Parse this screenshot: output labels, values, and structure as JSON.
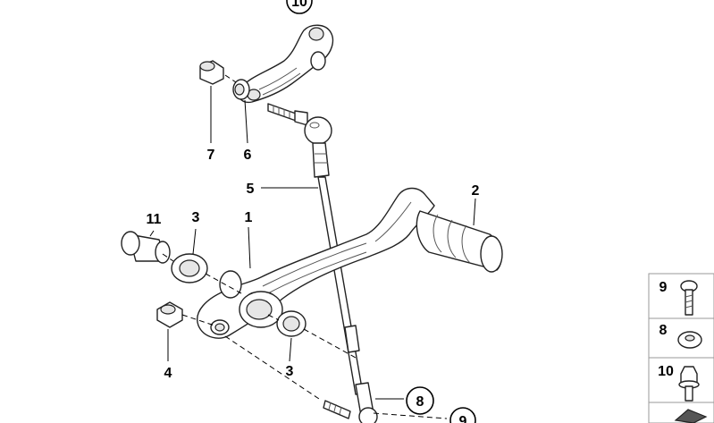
{
  "callouts": {
    "c1": "1",
    "c2": "2",
    "c3a": "3",
    "c3b": "3",
    "c4": "4",
    "c5": "5",
    "c6": "6",
    "c7": "7",
    "c8": "8",
    "c9": "9",
    "c10": "10",
    "c11": "11"
  },
  "legend": {
    "row1": "9",
    "row2": "8",
    "row3": "10"
  }
}
